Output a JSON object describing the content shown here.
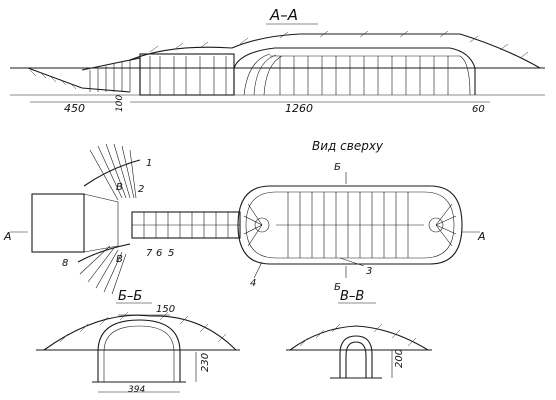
{
  "section_aa": {
    "title": "А–А"
  },
  "dimensions": {
    "d450": "450",
    "d100": "100",
    "d1260": "1260",
    "d60": "60",
    "d150": "150",
    "d230": "230",
    "d394": "394",
    "d200": "200"
  },
  "top_view": {
    "title": "Вид сверху",
    "callouts": [
      "1",
      "2",
      "7",
      "6",
      "5",
      "8",
      "4",
      "3"
    ],
    "cut_letters": {
      "b_cut": "Б",
      "v_cut": "В",
      "a_cut": "А"
    }
  },
  "section_bb": {
    "title": "Б–Б"
  },
  "section_vv": {
    "title": "В–В"
  }
}
